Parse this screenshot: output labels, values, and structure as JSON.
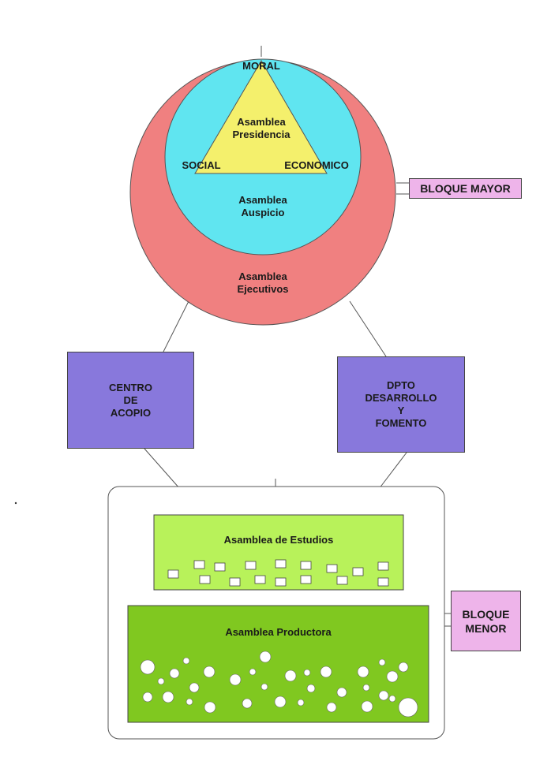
{
  "colors": {
    "outer_circle": "#f08080",
    "inner_circle": "#60e5f0",
    "triangle": "#f4f06c",
    "dept_box": "#8878dc",
    "bloque_tag": "#eeb4ea",
    "estudios_fill": "#b8f25a",
    "productora_fill": "#80c820",
    "line": "#555555"
  },
  "triangle": {
    "top_label": "MORAL",
    "center_label": "Asamblea\nPresidencia",
    "left_label": "SOCIAL",
    "right_label": "ECONOMICO"
  },
  "inner_circle_label": "Asamblea\nAuspicio",
  "outer_circle_label": "Asamblea\nEjecutivos",
  "bloque_mayor": "BLOQUE MAYOR",
  "centro_acopio": "CENTRO\nDE\nACOPIO",
  "dpto_desarrollo": "DPTO\nDESARROLLO\nY\nFOMENTO",
  "estudios_title": "Asamblea de Estudios",
  "productora_title": "Asamblea Productora",
  "bloque_menor": "BLOQUE\nMENOR"
}
